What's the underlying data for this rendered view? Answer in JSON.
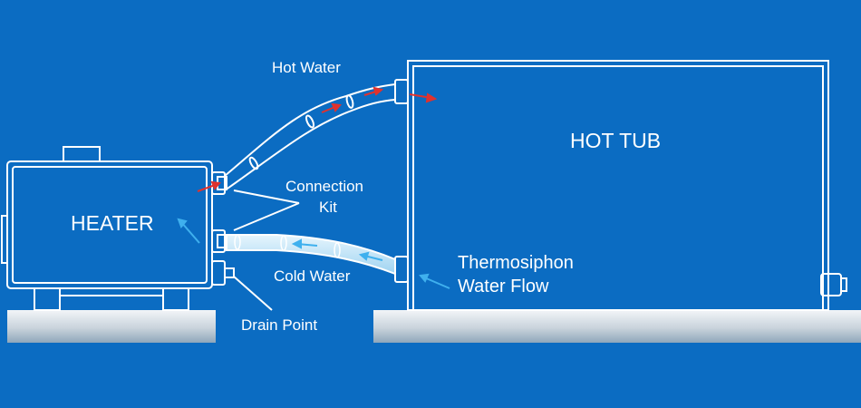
{
  "labels": {
    "hot_water": "Hot Water",
    "hot_tub": "HOT TUB",
    "heater": "HEATER",
    "connection_kit_line1": "Connection",
    "connection_kit_line2": "Kit",
    "cold_water": "Cold Water",
    "thermosiphon_line1": "Thermosiphon",
    "thermosiphon_line2": "Water Flow",
    "drain_point": "Drain Point"
  },
  "colors": {
    "background": "#0b6cc2",
    "outline": "#ffffff",
    "hot_arrow": "#e0322e",
    "cold_arrow": "#3fb0ee",
    "cold_pipe": "#bfe3f7"
  }
}
